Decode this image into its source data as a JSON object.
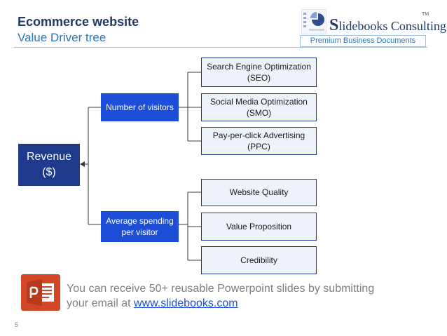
{
  "header": {
    "title": "Ecommerce website",
    "subtitle": "Value Driver tree",
    "brand_big_letter": "S",
    "brand_rest": "lidebooks Consulting",
    "trademark": "TM",
    "tagline": "Premium Business Documents"
  },
  "tree": {
    "root": {
      "line1": "Revenue",
      "line2": "($)"
    },
    "branches": [
      {
        "label": "Number of visitors",
        "leaves": [
          {
            "line1": "Search Engine Optimization",
            "line2": "(SEO)"
          },
          {
            "line1": "Social Media Optimization",
            "line2": "(SMO)"
          },
          {
            "line1": "Pay-per-click Advertising",
            "line2": "(PPC)"
          }
        ]
      },
      {
        "label_line1": "Average spending",
        "label_line2": "per visitor",
        "leaves": [
          {
            "label": "Website Quality"
          },
          {
            "label": "Value Proposition"
          },
          {
            "label": "Credibility"
          }
        ]
      }
    ]
  },
  "footer": {
    "promo_line1": "You can receive 50+ reusable Powerpoint slides by submitting",
    "promo_line2_prefix": "your email at ",
    "promo_link": "www.slidebooks.com",
    "page_number": "5"
  },
  "colors": {
    "title": "#1f3864",
    "accent": "#2e75b6",
    "root_fill": "#1f3a8a",
    "branch_fill": "#1d4ed8",
    "leaf_fill": "#eef3fb",
    "ppt_orange": "#d24726"
  }
}
